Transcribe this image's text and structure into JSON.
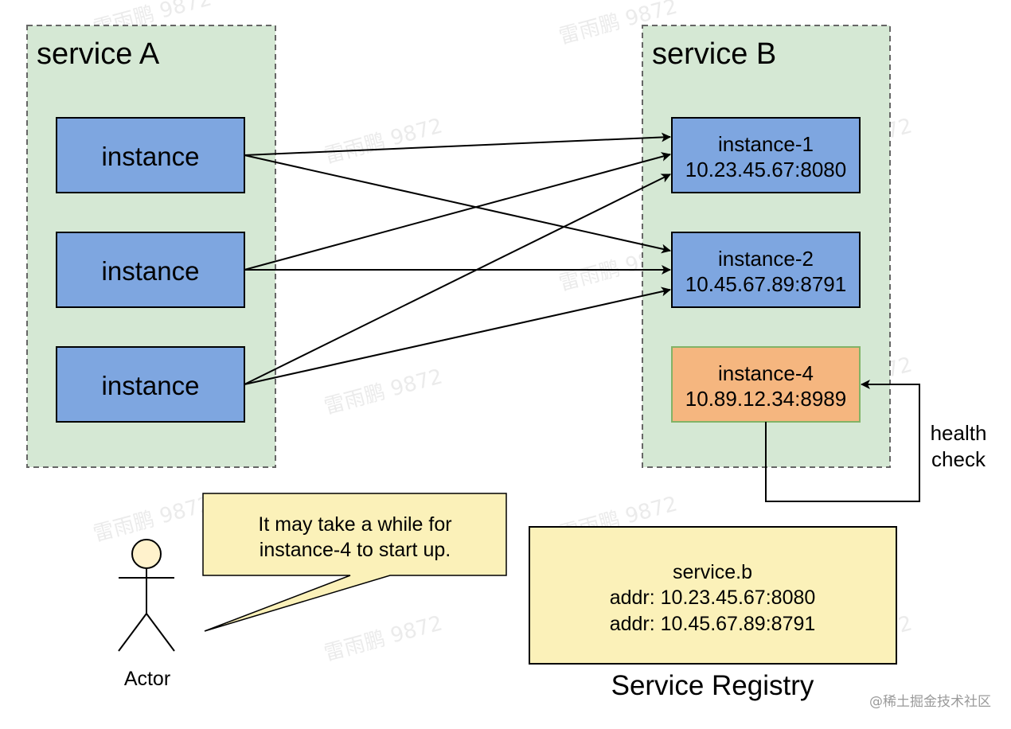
{
  "service_a": {
    "title": "service A",
    "instances": [
      {
        "label": "instance"
      },
      {
        "label": "instance"
      },
      {
        "label": "instance"
      }
    ]
  },
  "service_b": {
    "title": "service B",
    "instances": [
      {
        "name": "instance-1",
        "addr": "10.23.45.67:8080",
        "status": "ready"
      },
      {
        "name": "instance-2",
        "addr": "10.45.67.89:8791",
        "status": "ready"
      },
      {
        "name": "instance-4",
        "addr": "10.89.12.34:8989",
        "status": "starting"
      }
    ]
  },
  "health_check": {
    "line1": "health",
    "line2": "check"
  },
  "actor": {
    "label": "Actor",
    "speech_line1": "It may take a while for",
    "speech_line2": "instance-4 to start up."
  },
  "registry": {
    "service": "service.b",
    "entries": [
      "addr: 10.23.45.67:8080",
      "addr: 10.45.67.89:8791"
    ],
    "caption": "Service Registry"
  },
  "watermark": {
    "text": "雷雨鹏 9872",
    "credit": "@稀土掘金技术社区"
  },
  "colors": {
    "service_bg": "#d5e8d4",
    "service_border": "#666666",
    "instance_fill": "#7ea6e0",
    "instance_border": "#000000",
    "starting_fill": "#f5b67f",
    "starting_border": "#82b366",
    "note_fill": "#fbf1b9",
    "actor_fill": "#fff2cc"
  }
}
